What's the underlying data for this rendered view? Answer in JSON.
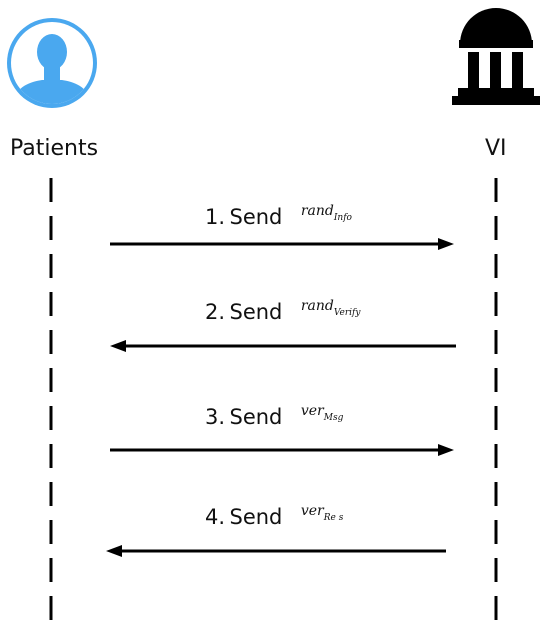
{
  "actors": {
    "patients": {
      "label": "Patients",
      "icon": "user-avatar-icon",
      "color": "#4aa8ef"
    },
    "vi": {
      "label": "VI",
      "icon": "institution-building-icon",
      "color": "#000000"
    }
  },
  "messages": [
    {
      "number": "1.",
      "verb": "Send",
      "var": "rand",
      "sub": "Info",
      "direction": "to-vi"
    },
    {
      "number": "2.",
      "verb": "Send",
      "var": "rand",
      "sub": "Verify",
      "direction": "to-patients"
    },
    {
      "number": "3.",
      "verb": "Send",
      "var": "ver",
      "sub": "Msg",
      "direction": "to-vi"
    },
    {
      "number": "4.",
      "verb": "Send",
      "var": "ver",
      "sub": "Re s",
      "direction": "to-patients"
    }
  ]
}
